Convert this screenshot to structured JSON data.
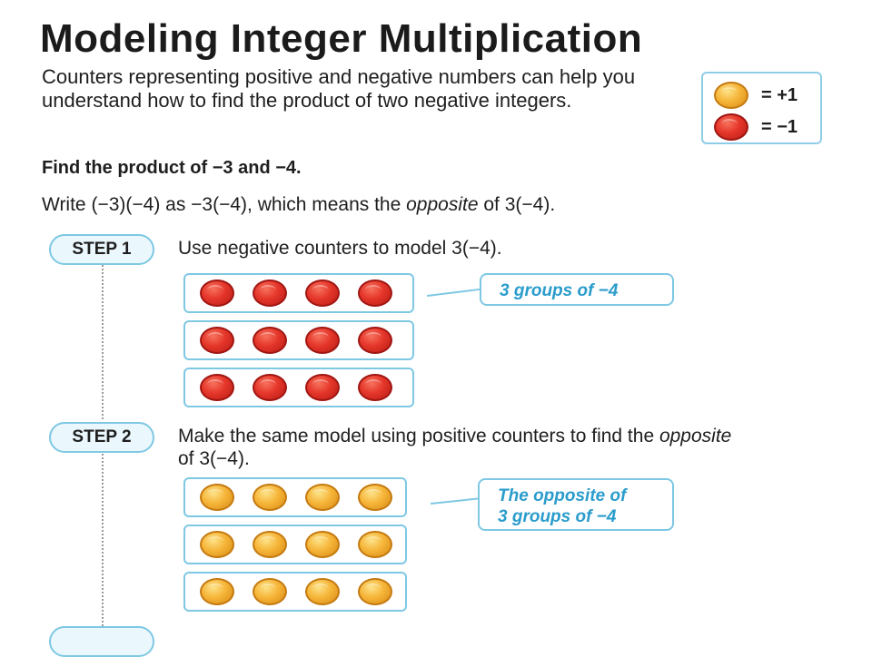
{
  "title": "Modeling Integer Multiplication",
  "intro": "Counters representing positive and negative numbers can help you understand how to find the product of two negative integers.",
  "legend": {
    "positive": {
      "icon": "yellow-counter-icon",
      "label": "= +1",
      "color": "#f6b63a"
    },
    "negative": {
      "icon": "red-counter-icon",
      "label": "= −1",
      "color": "#e5362a"
    }
  },
  "problem": "Find the product of −3 and −4.",
  "write": {
    "before": "Write (−3)(−4) as −3(−4), which means the ",
    "emph": "opposite",
    "after": " of 3(−4)."
  },
  "step1": {
    "badge": "STEP 1",
    "text": "Use negative counters to model 3(−4).",
    "groups": 3,
    "counters_per_group": 4,
    "counter_color": "red",
    "callout": "3 groups of −4"
  },
  "step2": {
    "badge": "STEP 2",
    "text_before": "Make the same model using positive counters to find the ",
    "text_emph": "opposite",
    "text_after": " of 3(−4).",
    "groups": 3,
    "counters_per_group": 4,
    "counter_color": "yellow",
    "callout_line1_a": "The ",
    "callout_line1_b": "opposite",
    "callout_line1_c": " of",
    "callout_line2": "3 groups of −4"
  }
}
